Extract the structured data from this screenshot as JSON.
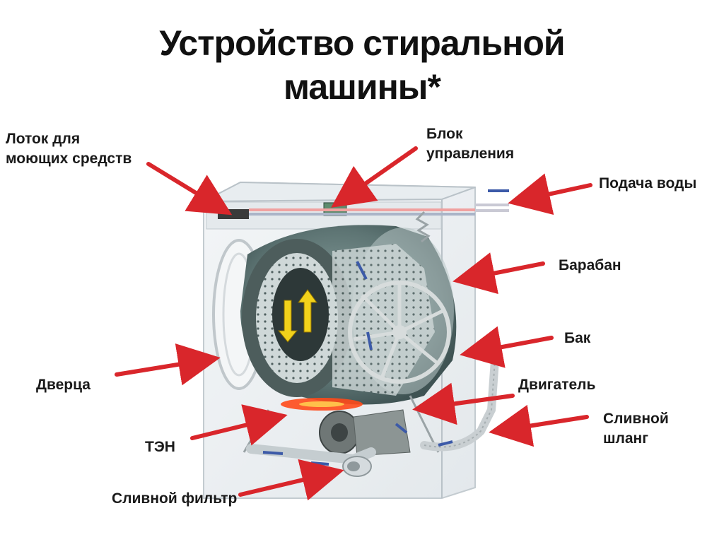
{
  "title": {
    "line1": "Устройство стиральной",
    "line2": "машины*"
  },
  "labels": {
    "detergent_tray": "Лоток для\nмоющих средств",
    "control_unit": "Блок\nуправления",
    "water_supply": "Подача воды",
    "drum": "Барабан",
    "tank": "Бак",
    "door": "Дверца",
    "motor": "Двигатель",
    "drain_hose": "Сливной\nшланг",
    "heater": "ТЭН",
    "drain_filter": "Сливной фильтр"
  },
  "colors": {
    "arrow": "#d9262b",
    "flow": "#3c5aa8",
    "tank_body": "#5f7878",
    "drum_inner": "#6d7f7d",
    "heater": "#ff4a1a",
    "yellow_arrow": "#f2d21b"
  }
}
